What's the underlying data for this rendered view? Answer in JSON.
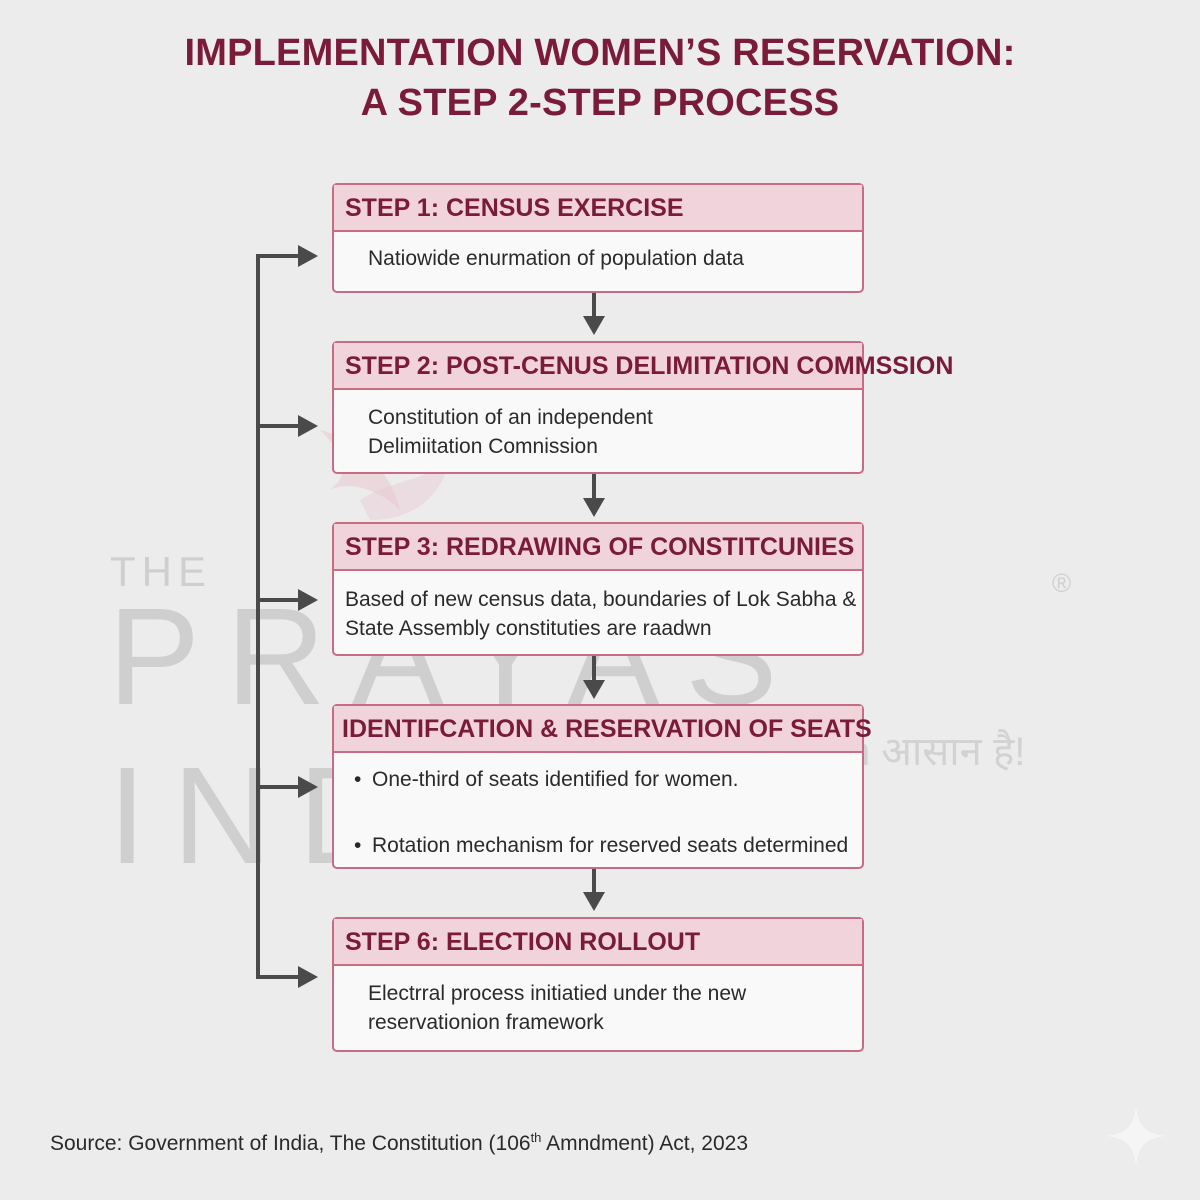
{
  "title": {
    "line1": "IMPLEMENTATION WOMEN’S RESERVATION:",
    "line2": "A STEP 2-STEP PROCESS"
  },
  "steps": [
    {
      "heading": "STEP 1: CENSUS EXERCISE",
      "lines": [
        "Natiowide enurmation of population data"
      ]
    },
    {
      "heading": "STEP 2: POST-CENUS DELIMITATION COMMSSION",
      "lines": [
        "Constitution of an independent",
        "Delimiitation Comnission"
      ]
    },
    {
      "heading": "STEP 3: REDRAWING OF CONSTITCUNIES",
      "lines": [
        "Based of new census data, boundaries of Lok Sabha &",
        "State Assembly constituties are raadwn"
      ]
    },
    {
      "heading": "IDENTIFCATION & RESERVATION OF SEATS",
      "bullets": [
        "One-third of seats identified for women.",
        "Rotation mechanism for reserved seats determined"
      ],
      "bullet_symbol": "•"
    },
    {
      "heading": "STEP 6: ELECTION ROLLOUT",
      "lines": [
        "Electrral process initiatied under the new",
        "reservationion framework"
      ]
    }
  ],
  "watermark": {
    "the": "THE",
    "brand": "PRAYAS INDIA",
    "tagline": "Exam आसान है!",
    "registered": "®"
  },
  "source": {
    "prefix": "Source: Government of India, The Constitution (106",
    "superscript": "th",
    "suffix": " Amndment) Act, 2023"
  },
  "colors": {
    "title": "#7a1b3a",
    "header_fill": "#f1d3db",
    "border": "#c96b85",
    "arrow": "#4a4a4a",
    "background": "#ececec"
  },
  "icons": [
    "down-arrow-icon",
    "right-arrow-icon",
    "sparkle-icon"
  ]
}
